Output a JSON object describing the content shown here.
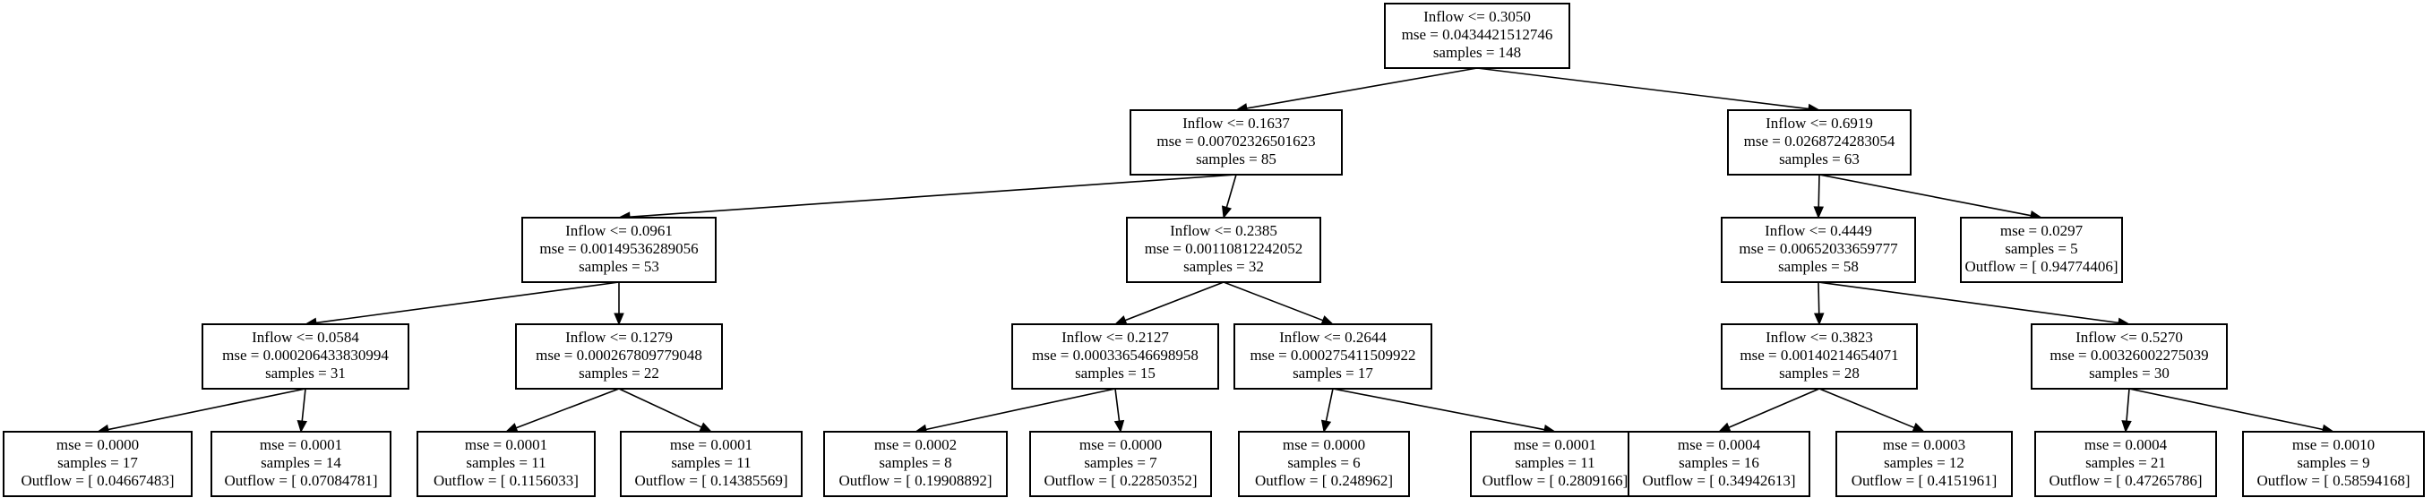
{
  "nodes": [
    {
      "id": "n0",
      "lines": [
        "Inflow <= 0.3050",
        "mse = 0.0434421512746",
        "samples = 148"
      ]
    },
    {
      "id": "n1",
      "lines": [
        "Inflow <= 0.1637",
        "mse = 0.00702326501623",
        "samples = 85"
      ]
    },
    {
      "id": "n2",
      "lines": [
        "Inflow <= 0.6919",
        "mse = 0.0268724283054",
        "samples = 63"
      ]
    },
    {
      "id": "n3",
      "lines": [
        "Inflow <= 0.0961",
        "mse = 0.00149536289056",
        "samples = 53"
      ]
    },
    {
      "id": "n4",
      "lines": [
        "Inflow <= 0.2385",
        "mse = 0.00110812242052",
        "samples = 32"
      ]
    },
    {
      "id": "n5",
      "lines": [
        "Inflow <= 0.4449",
        "mse = 0.00652033659777",
        "samples = 58"
      ]
    },
    {
      "id": "n6",
      "lines": [
        "mse = 0.0297",
        "samples = 5",
        "Outflow = [ 0.94774406]"
      ]
    },
    {
      "id": "n7",
      "lines": [
        "Inflow <= 0.0584",
        "mse = 0.000206433830994",
        "samples = 31"
      ]
    },
    {
      "id": "n8",
      "lines": [
        "Inflow <= 0.1279",
        "mse = 0.000267809779048",
        "samples = 22"
      ]
    },
    {
      "id": "n9",
      "lines": [
        "Inflow <= 0.2127",
        "mse = 0.000336546698958",
        "samples = 15"
      ]
    },
    {
      "id": "n10",
      "lines": [
        "Inflow <= 0.2644",
        "mse = 0.000275411509922",
        "samples = 17"
      ]
    },
    {
      "id": "n11",
      "lines": [
        "Inflow <= 0.3823",
        "mse = 0.00140214654071",
        "samples = 28"
      ]
    },
    {
      "id": "n12",
      "lines": [
        "Inflow <= 0.5270",
        "mse = 0.00326002275039",
        "samples = 30"
      ]
    },
    {
      "id": "n13",
      "lines": [
        "mse = 0.0000",
        "samples = 17",
        "Outflow = [ 0.04667483]"
      ]
    },
    {
      "id": "n14",
      "lines": [
        "mse = 0.0001",
        "samples = 14",
        "Outflow = [ 0.07084781]"
      ]
    },
    {
      "id": "n15",
      "lines": [
        "mse = 0.0001",
        "samples = 11",
        "Outflow = [ 0.1156033]"
      ]
    },
    {
      "id": "n16",
      "lines": [
        "mse = 0.0001",
        "samples = 11",
        "Outflow = [ 0.14385569]"
      ]
    },
    {
      "id": "n17",
      "lines": [
        "mse = 0.0002",
        "samples = 8",
        "Outflow = [ 0.19908892]"
      ]
    },
    {
      "id": "n18",
      "lines": [
        "mse = 0.0000",
        "samples = 7",
        "Outflow = [ 0.22850352]"
      ]
    },
    {
      "id": "n19",
      "lines": [
        "mse = 0.0000",
        "samples = 6",
        "Outflow = [ 0.248962]"
      ]
    },
    {
      "id": "n20",
      "lines": [
        "mse = 0.0001",
        "samples = 11",
        "Outflow = [ 0.2809166]"
      ]
    },
    {
      "id": "n21",
      "lines": [
        "mse = 0.0004",
        "samples = 16",
        "Outflow = [ 0.34942613]"
      ]
    },
    {
      "id": "n22",
      "lines": [
        "mse = 0.0003",
        "samples = 12",
        "Outflow = [ 0.4151961]"
      ]
    },
    {
      "id": "n23",
      "lines": [
        "mse = 0.0004",
        "samples = 21",
        "Outflow = [ 0.47265786]"
      ]
    },
    {
      "id": "n24",
      "lines": [
        "mse = 0.0010",
        "samples = 9",
        "Outflow = [ 0.58594168]"
      ]
    }
  ],
  "edges": [
    [
      "n0",
      "n1"
    ],
    [
      "n0",
      "n2"
    ],
    [
      "n1",
      "n3"
    ],
    [
      "n1",
      "n4"
    ],
    [
      "n2",
      "n5"
    ],
    [
      "n2",
      "n6"
    ],
    [
      "n3",
      "n7"
    ],
    [
      "n3",
      "n8"
    ],
    [
      "n4",
      "n9"
    ],
    [
      "n4",
      "n10"
    ],
    [
      "n5",
      "n11"
    ],
    [
      "n5",
      "n12"
    ],
    [
      "n7",
      "n13"
    ],
    [
      "n7",
      "n14"
    ],
    [
      "n8",
      "n15"
    ],
    [
      "n8",
      "n16"
    ],
    [
      "n9",
      "n17"
    ],
    [
      "n9",
      "n18"
    ],
    [
      "n10",
      "n19"
    ],
    [
      "n10",
      "n20"
    ],
    [
      "n11",
      "n21"
    ],
    [
      "n11",
      "n22"
    ],
    [
      "n12",
      "n23"
    ],
    [
      "n12",
      "n24"
    ]
  ]
}
